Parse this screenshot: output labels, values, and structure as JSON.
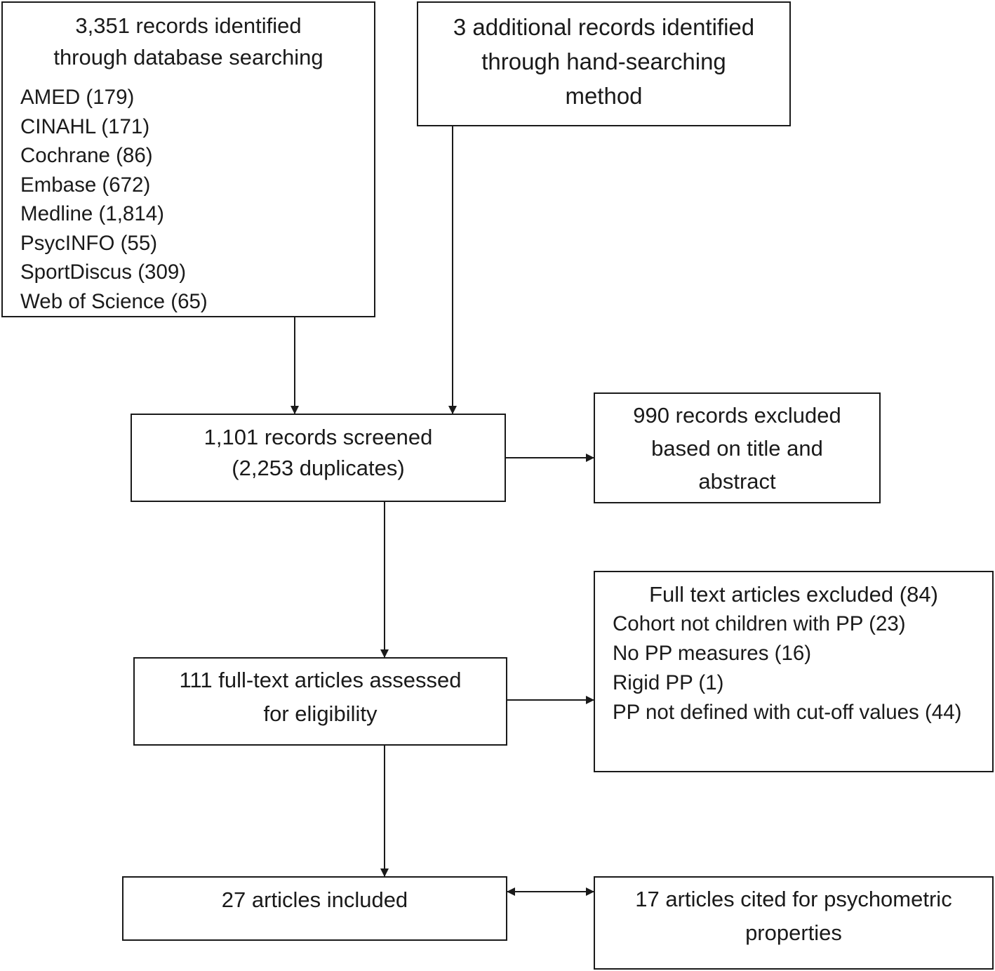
{
  "database_box": {
    "heading": [
      "3,351 records identified",
      "through database searching"
    ],
    "sources": [
      "AMED (179)",
      "CINAHL (171)",
      "Cochrane (86)",
      "Embase (672)",
      "Medline (1,814)",
      "PsycINFO (55)",
      "SportDiscus (309)",
      "Web of Science (65)"
    ]
  },
  "hand_search_box": {
    "lines": [
      "3 additional records identified",
      "through hand-searching",
      "method"
    ]
  },
  "screened_box": {
    "lines": [
      "1,101 records screened",
      "(2,253 duplicates)"
    ]
  },
  "excluded_title_box": {
    "lines": [
      "990 records excluded",
      "based on title and",
      "abstract"
    ]
  },
  "full_text_box": {
    "lines": [
      "111 full-text articles assessed",
      "for eligibility"
    ]
  },
  "full_text_excluded_box": {
    "heading": "Full text articles excluded (84)",
    "reasons": [
      "Cohort not children with PP (23)",
      "No PP measures (16)",
      "Rigid PP (1)",
      "PP not defined with cut-off values (44)"
    ]
  },
  "included_box": {
    "lines": [
      "27 articles included"
    ]
  },
  "psychometric_box": {
    "lines": [
      "17 articles cited for psychometric",
      "properties"
    ]
  }
}
